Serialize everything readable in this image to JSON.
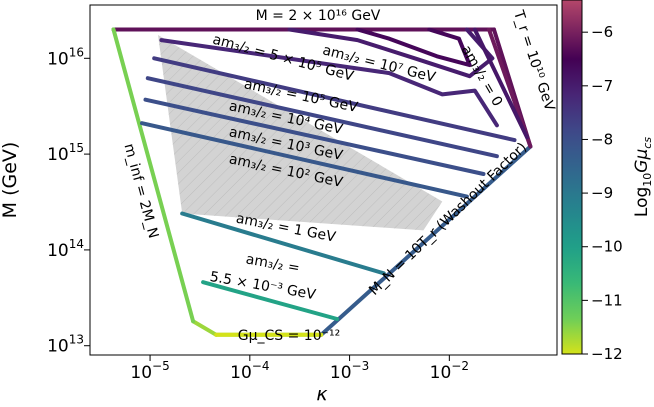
{
  "chart_data": {
    "type": "line",
    "xlabel": "κ",
    "ylabel": "M (GeV)",
    "xscale": "log",
    "yscale": "log",
    "xlim": [
      2.5e-06,
      0.12
    ],
    "ylim": [
      8000000000000.0,
      3.6e+16
    ],
    "x_ticks": [
      {
        "value": 1e-05,
        "base": "10",
        "exp": "−5"
      },
      {
        "value": 0.0001,
        "base": "10",
        "exp": "−4"
      },
      {
        "value": 0.001,
        "base": "10",
        "exp": "−3"
      },
      {
        "value": 0.01,
        "base": "10",
        "exp": "−2"
      }
    ],
    "y_ticks": [
      {
        "value": 10000000000000.0,
        "base": "10",
        "exp": "13"
      },
      {
        "value": 100000000000000.0,
        "base": "10",
        "exp": "14"
      },
      {
        "value": 1000000000000000.0,
        "base": "10",
        "exp": "15"
      },
      {
        "value": 1e+16,
        "base": "10",
        "exp": "16"
      }
    ],
    "colorbar": {
      "label_main": "Log",
      "label_sub1": "10",
      "label_g": "Gμ",
      "label_sub2": "cs",
      "range": [
        -12,
        -5.4
      ],
      "ticks": [
        "−6",
        "−7",
        "−8",
        "−9",
        "−10",
        "−11",
        "−12"
      ],
      "tick_values": [
        -6,
        -7,
        -8,
        -9,
        -10,
        -11,
        -12
      ]
    },
    "shaded_region": {
      "description": "gray hatched region",
      "points": [
        [
          1.2e-05,
          1.75e+16
        ],
        [
          0.0085,
          320000000000000.0
        ],
        [
          0.0055,
          160000000000000.0
        ],
        [
          2.1e-05,
          240000000000000.0
        ]
      ]
    },
    "boundary": {
      "points": [
        [
          4.3e-06,
          2e+16
        ],
        [
          0.028,
          2e+16
        ],
        [
          0.065,
          1200000000000000.0
        ],
        [
          0.00052,
          13000000000000.0
        ],
        [
          4.6e-05,
          13000000000000.0
        ],
        [
          2.7e-05,
          18000000000000.0
        ],
        [
          4.3e-06,
          2e+16
        ]
      ]
    },
    "series": [
      {
        "log10_gmu": -6.1,
        "points": [
          [
            0.025,
            2e+16
          ],
          [
            0.065,
            1200000000000000.0
          ]
        ]
      },
      {
        "log10_gmu": -6.6,
        "points": [
          [
            0.0063,
            2e+16
          ],
          [
            0.0125,
            1.6e+16
          ],
          [
            0.016,
            8500000000000000.0
          ],
          [
            0.0075,
            1.05e+16
          ],
          [
            0.0025,
            1.6e+16
          ],
          [
            0.0012,
            2e+16
          ]
        ]
      },
      {
        "log10_gmu": -7.0,
        "points": [
          [
            0.015,
            2e+16
          ],
          [
            0.027,
            1e+16
          ],
          [
            0.016,
            6500000000000000.0
          ],
          [
            0.0045,
            1e+16
          ],
          [
            0.0012,
            1.55e+16
          ],
          [
            0.00025,
            2e+16
          ]
        ]
      },
      {
        "log10_gmu": -6.9,
        "points": [
          [
            0.018,
            2e+16
          ],
          [
            0.06,
            1500000000000000.0
          ]
        ]
      },
      {
        "log10_gmu": -7.2,
        "points": [
          [
            1.3e-05,
            1.55e+16
          ],
          [
            0.0025,
            7000000000000000.0
          ],
          [
            0.0085,
            4200000000000000.0
          ],
          [
            0.018,
            4600000000000000.0
          ],
          [
            0.03,
            2000000000000000.0
          ]
        ]
      },
      {
        "log10_gmu": -7.6,
        "points": [
          [
            1.1e-05,
            1e+16
          ],
          [
            0.045,
            1400000000000000.0
          ]
        ]
      },
      {
        "log10_gmu": -7.8,
        "points": [
          [
            9.5e-06,
            6200000000000000.0
          ],
          [
            0.03,
            950000000000000.0
          ]
        ]
      },
      {
        "log10_gmu": -8.0,
        "points": [
          [
            9e-06,
            3700000000000000.0
          ],
          [
            0.022,
            620000000000000.0
          ]
        ]
      },
      {
        "log10_gmu": -8.2,
        "points": [
          [
            8.3e-06,
            2100000000000000.0
          ],
          [
            0.015,
            360000000000000.0
          ]
        ]
      },
      {
        "log10_gmu": -9.1,
        "points": [
          [
            2.1e-05,
            240000000000000.0
          ],
          [
            0.0022,
            57000000000000.0
          ]
        ]
      },
      {
        "log10_gmu": -10.1,
        "points": [
          [
            3.4e-05,
            46000000000000.0
          ],
          [
            0.00075,
            19000000000000.0
          ]
        ]
      },
      {
        "log10_gmu": -12.0,
        "points": [
          [
            4.6e-05,
            13000000000000.0
          ],
          [
            0.00052,
            13000000000000.0
          ]
        ]
      }
    ],
    "annotations": {
      "top": "M = 2 × 10¹⁶ GeV",
      "a1": "am₃/₂ = 5 × 10⁵ GeV",
      "a2": "am₃/₂ = 10⁷ GeV",
      "a3": "am₃/₂ = 0",
      "a4": "am₃/₂ = 10⁵ GeV",
      "a5": "am₃/₂ = 10⁴ GeV",
      "a6": "am₃/₂ = 10³ GeV",
      "a7": "am₃/₂ = 10² GeV",
      "a8": "am₃/₂ = 1 GeV",
      "a9a": "am₃/₂ =",
      "a9b": "5.5 × 10⁻³ GeV",
      "tr": "T_r = 10¹⁰ GeV",
      "minf": "m_inf = 2M_N",
      "washout": "M_N = 10T_r (Washout Factor)",
      "bottom": "Gμ_CS = 10⁻¹²"
    }
  }
}
